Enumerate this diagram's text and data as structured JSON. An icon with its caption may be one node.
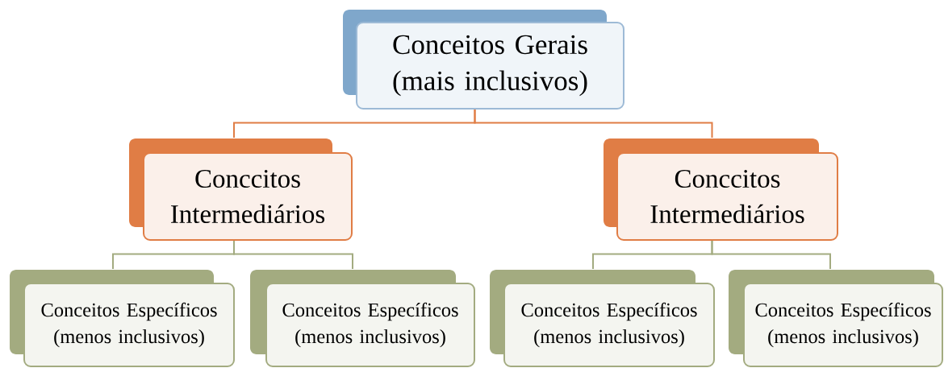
{
  "diagram": {
    "nodes": [
      {
        "text": [
          "Conceitos Gerais (mais inclusivos)"
        ]
      },
      {
        "text": [
          "Conccitos Intermediários"
        ]
      },
      {
        "text": [
          "Conccitos Intermediários"
        ]
      },
      {
        "text": [
          "Conceitos Específicos (menos inclusivos)"
        ]
      },
      {
        "text": [
          "Conceitos Específicos (menos inclusivos)"
        ]
      },
      {
        "text": [
          "Conceitos Específicos (menos inclusivos)"
        ]
      },
      {
        "text": [
          "Conceitos Específicos (menos inclusivos)"
        ]
      }
    ],
    "edges": [
      {
        "from": 0,
        "to": 1,
        "arrow": "none"
      },
      {
        "from": 0,
        "to": 2,
        "arrow": "none"
      },
      {
        "from": 1,
        "to": 3,
        "arrow": "none"
      },
      {
        "from": 1,
        "to": 4,
        "arrow": "none"
      },
      {
        "from": 2,
        "to": 5,
        "arrow": "none"
      },
      {
        "from": 2,
        "to": 6,
        "arrow": "none"
      }
    ]
  }
}
